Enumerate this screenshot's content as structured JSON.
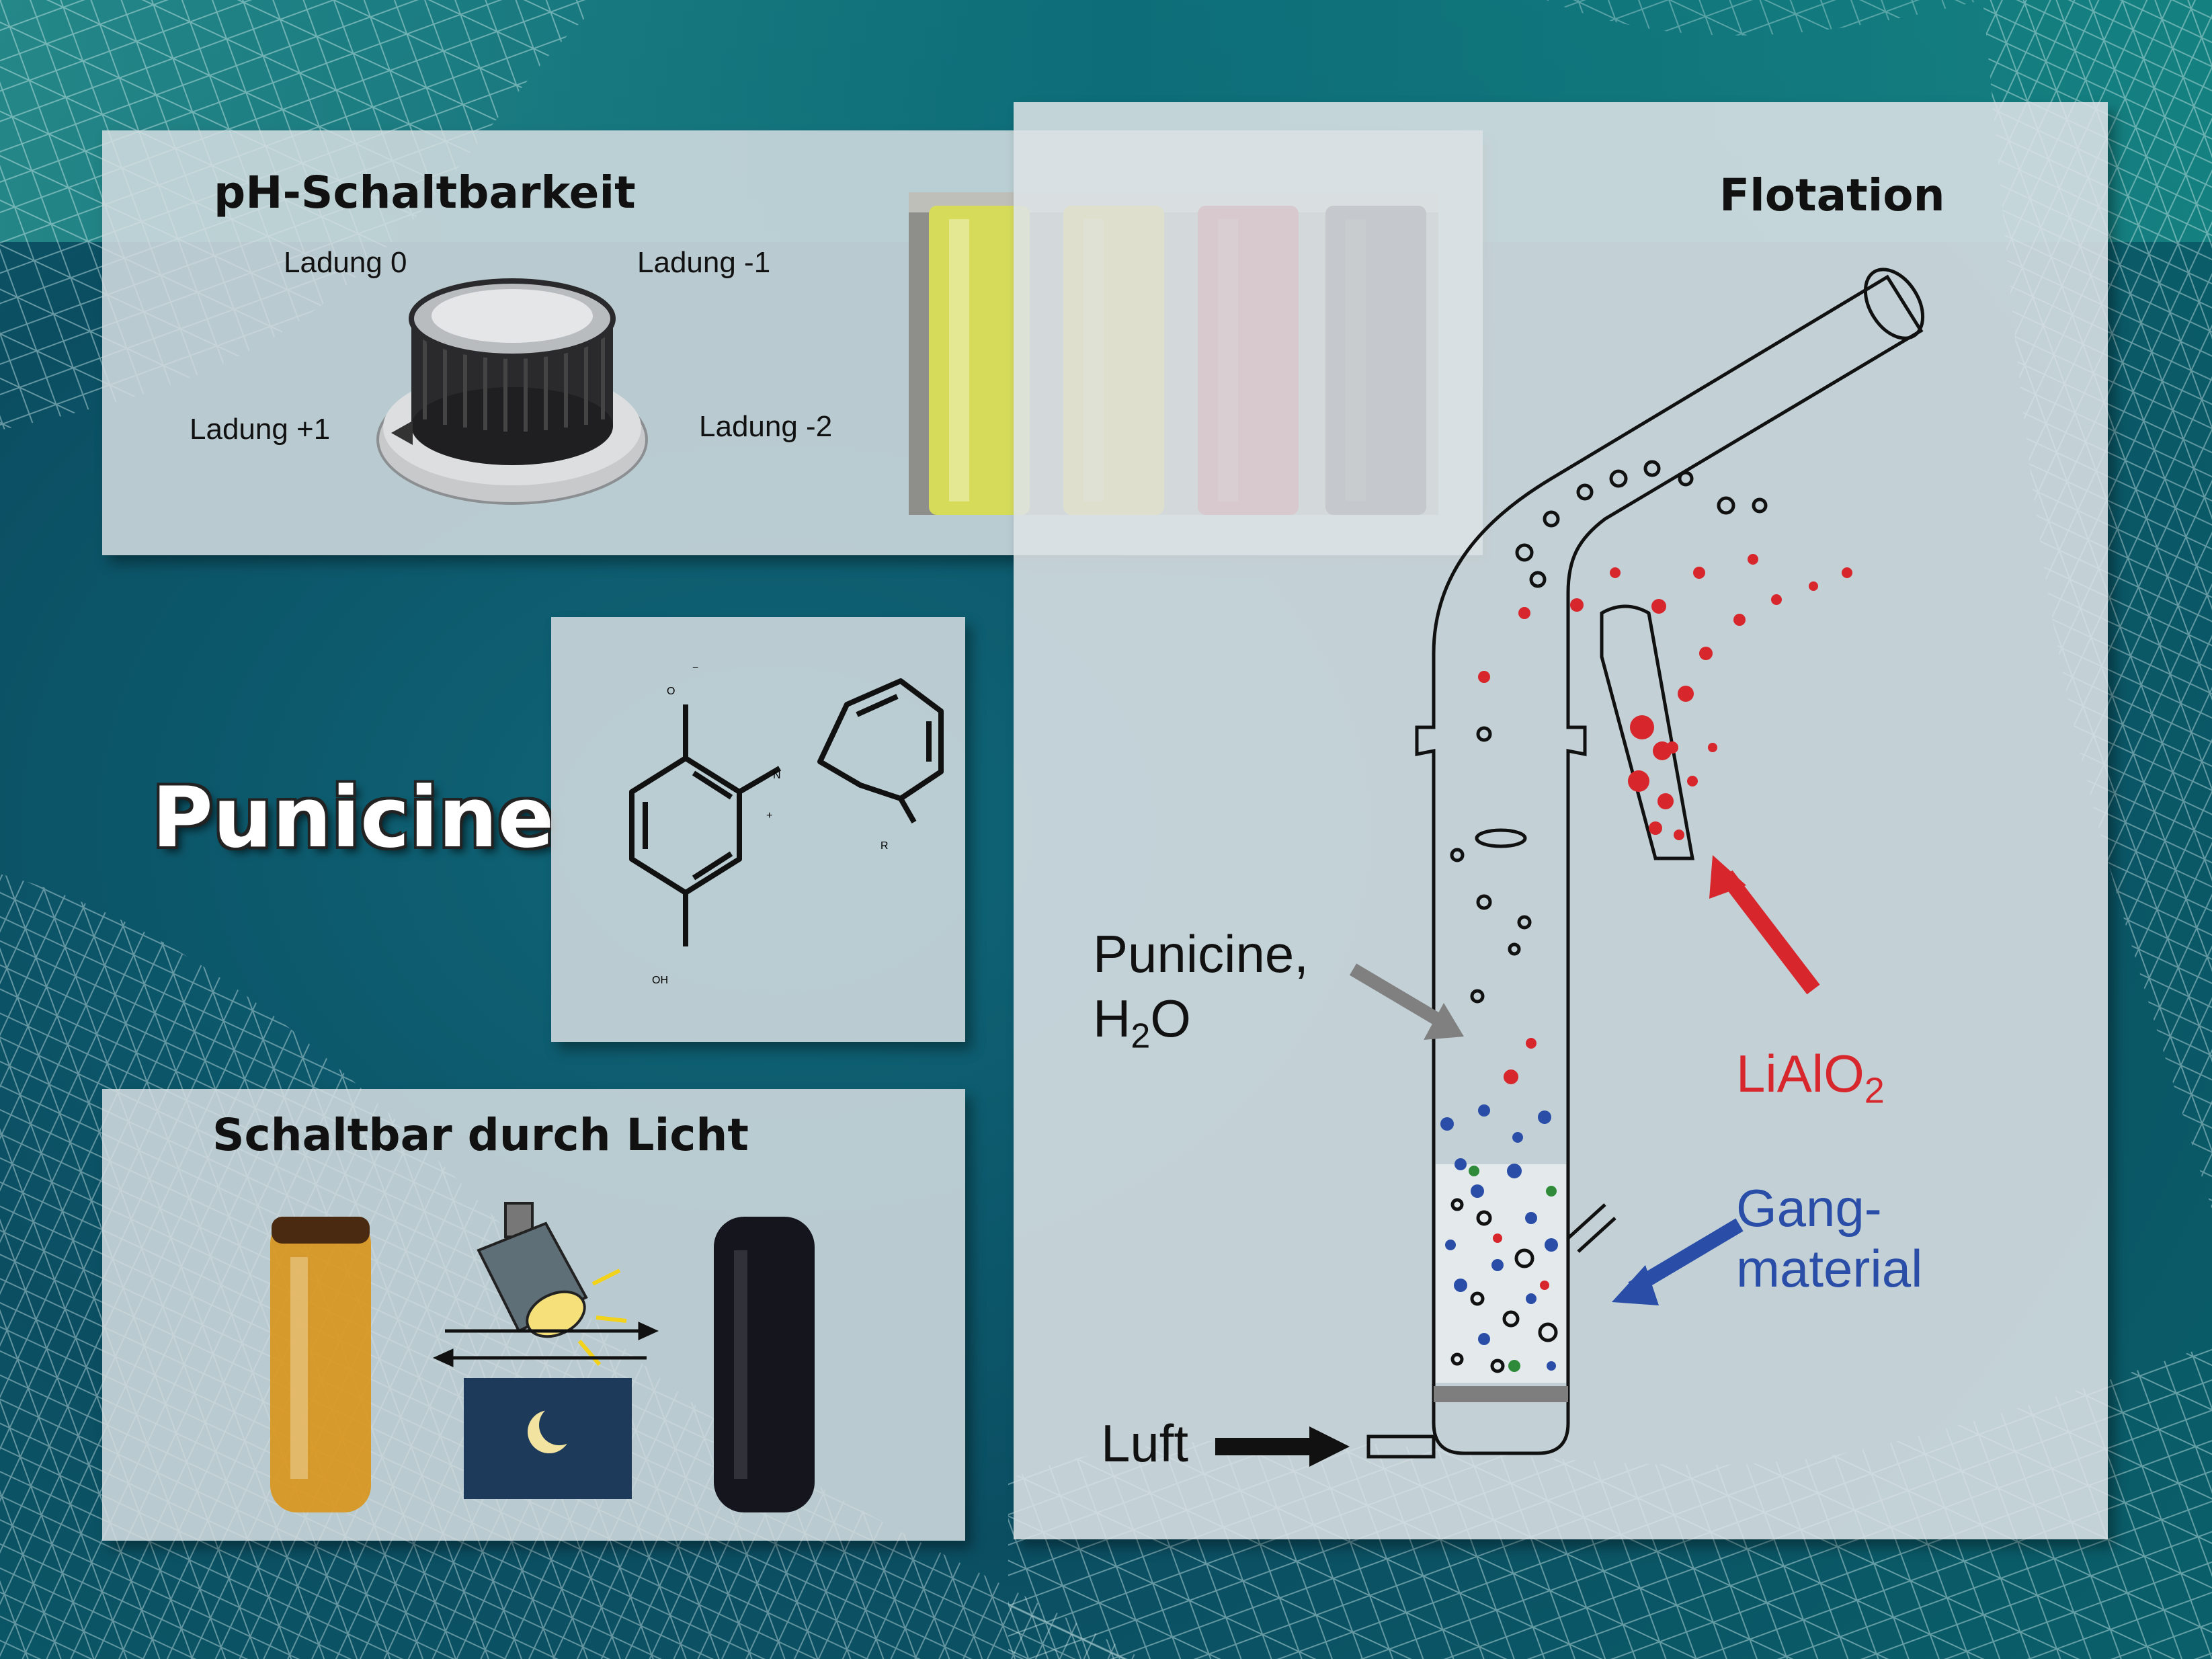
{
  "heading": "Punicine",
  "ph_panel": {
    "title": "pH-Schaltbarkeit",
    "charge_labels": [
      "Ladung 0",
      "Ladung -1",
      "Ladung +1",
      "Ladung -2"
    ],
    "tube_colors": [
      "#d6dc5a",
      "#e3c21a",
      "#a8141a",
      "#1c0d10"
    ]
  },
  "structure": {
    "atoms": {
      "oxide": "O",
      "charge_minus": "−",
      "nitrogen": "N",
      "charge_plus": "+",
      "substituent": "R",
      "hydroxyl": "OH"
    }
  },
  "light_panel": {
    "title": "Schaltbar durch Licht",
    "tube_colors": [
      "#d9951a",
      "#15151e"
    ]
  },
  "flotation_panel": {
    "title": "Flotation",
    "label_punicine": "Punicine,",
    "label_water": {
      "h": "H",
      "sub": "2",
      "o": "O"
    },
    "label_product": {
      "main": "LiAlO",
      "sub": "2"
    },
    "label_gangue": [
      "Gang-",
      "material"
    ],
    "label_air": "Luft",
    "colors": {
      "product": "#d7262c",
      "gangue": "#2a4ea8",
      "pointer": "#808080"
    }
  }
}
